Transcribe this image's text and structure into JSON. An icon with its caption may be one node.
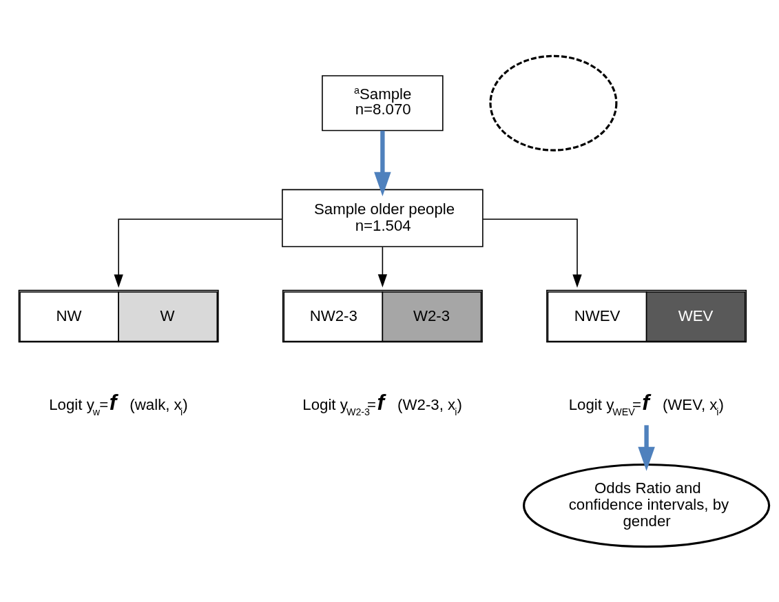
{
  "diagram": {
    "nodes": [
      {
        "text": [
          "$^{a}$Sample n=8.070"
        ]
      },
      {
        "text": [],
        "shape": "circle"
      },
      {
        "text": [
          "Sample older people n=1.504"
        ]
      },
      {
        "text": [
          "NW",
          "W"
        ]
      },
      {
        "text": [
          "NW2-3",
          "W2-3"
        ]
      },
      {
        "text": [
          "NWEV",
          "WEV"
        ]
      },
      {
        "text": [
          "Logit y$_{w}$=*f* (walk, x$_{i}$)"
        ]
      },
      {
        "text": [
          "Logit y$_{W2-3}$=*f* (W2-3, x$_{i}$)"
        ]
      },
      {
        "text": [
          "Logit y$_{WEV}$=*f* (WEV, x$_{i}$)"
        ]
      },
      {
        "text": [
          "Odds Ratio and confidence intervals, by gender"
        ]
      }
    ],
    "edges": [
      {
        "from": 0,
        "to": 2,
        "arrow": "to",
        "style": "thick",
        "color": "#4f81bd"
      },
      {
        "from": 2,
        "to": 3,
        "arrow": "to"
      },
      {
        "from": 2,
        "to": 4,
        "arrow": "to"
      },
      {
        "from": 2,
        "to": 5,
        "arrow": "to"
      },
      {
        "from": 8,
        "to": 9,
        "arrow": "to",
        "style": "thick",
        "color": "#4f81bd"
      }
    ]
  }
}
